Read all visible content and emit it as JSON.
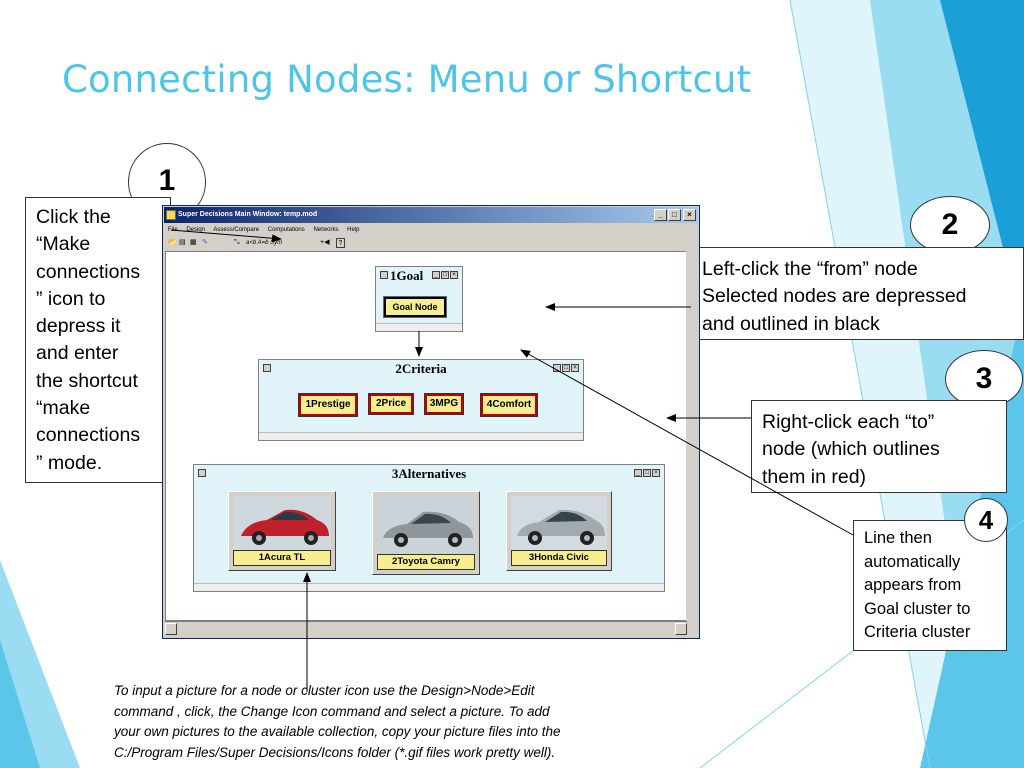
{
  "slide": {
    "title": "Connecting Nodes: Menu or Shortcut"
  },
  "colors": {
    "title": "#4fc3e8",
    "deco_light": "#cdeef8",
    "deco_mid": "#7fd3ee",
    "deco_dark": "#1a9fd6",
    "node_fill": "#f7ee8f",
    "node_outline_red": "#c00000",
    "cluster_fill": "#dff3f8",
    "titlebar_start": "#0a246a",
    "titlebar_end": "#a6caf0"
  },
  "callouts": [
    {
      "number": "1",
      "lines": [
        "Click the",
        "“Make",
        "connections",
        "” icon to",
        "depress it",
        "and enter",
        "the shortcut",
        "“make",
        "connections",
        "” mode."
      ]
    },
    {
      "number": "2",
      "lines": [
        "Left-click the “from” node",
        "Selected nodes are depressed",
        "and outlined in black"
      ]
    },
    {
      "number": "3",
      "lines": [
        "Right-click each “to”",
        "node (which outlines",
        "them in red)"
      ]
    },
    {
      "number": "4",
      "lines": [
        " Line then",
        "automatically",
        "appears from",
        "Goal cluster to",
        "Criteria cluster"
      ]
    }
  ],
  "app_window": {
    "title": "Super Decisions Main Window: temp.mod",
    "menu": [
      "File",
      "Design",
      "Assess/Compare",
      "Computations",
      "Networks",
      "Help"
    ],
    "toolbar_icons": [
      "open-icon",
      "save-icon",
      "print-icon",
      "pencil-icon",
      "make-connections-icon",
      "text-format-icon",
      "connect-icon",
      "help-icon"
    ],
    "toolbar_text": "a<b A=b Sym",
    "clusters": {
      "goal": {
        "title": "1Goal",
        "nodes": [
          "Goal Node"
        ]
      },
      "criteria": {
        "title": "2Criteria",
        "nodes": [
          "1Prestige",
          "2Price",
          "3MPG",
          "4Comfort"
        ]
      },
      "alternatives": {
        "title": "3Alternatives",
        "nodes": [
          "1Acura TL",
          "2Toyota Camry",
          "3Honda Civic"
        ]
      }
    }
  },
  "note": {
    "lines": [
      "To input a picture for a node or cluster icon use the Design>Node>Edit",
      "command , click, the Change Icon command  and select a picture. To add",
      "your own pictures to the  available collection, copy your picture files into the",
      "C:/Program Files/Super Decisions/Icons folder (*.gif files work pretty well)."
    ]
  }
}
